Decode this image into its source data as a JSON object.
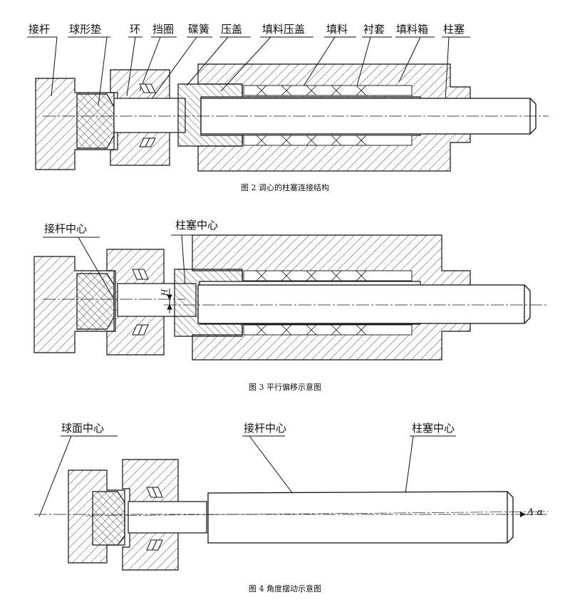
{
  "figure2": {
    "labels": [
      "接杆",
      "球形垫",
      "环",
      "挡圈",
      "碟簧",
      "压盖",
      "填料压盖",
      "填料",
      "衬套",
      "填料箱",
      "柱塞"
    ],
    "caption": "图 2 调心的柱塞连接结构"
  },
  "figure3": {
    "labels": [
      "接杆中心",
      "柱塞中心"
    ],
    "offset_symbol": "H",
    "caption": "图 3 平行偏移示意图"
  },
  "figure4": {
    "labels": [
      "球面中心",
      "接杆中心",
      "柱塞中心"
    ],
    "angle_symbol": "Δ α",
    "caption": "图 4 角度摆动示意图"
  },
  "colors": {
    "line": "#111111",
    "hatch": "#333333",
    "background": "#ffffff"
  }
}
